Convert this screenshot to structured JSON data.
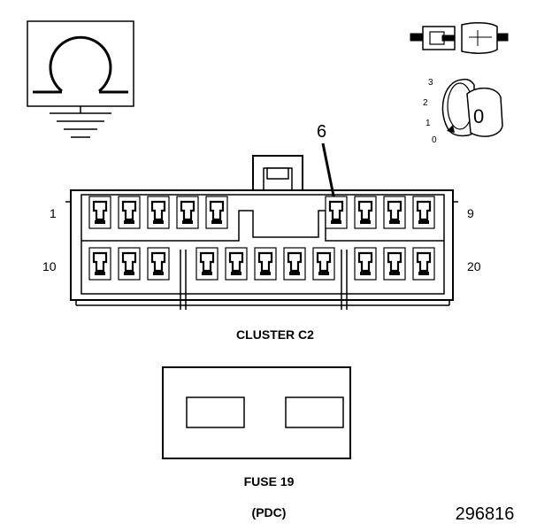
{
  "symbols": {
    "ohmmeter_icon": "ohmmeter-ohm-symbol",
    "ground_icon": "ground-symbol",
    "connector_icon": "connector-plug-symbol",
    "ignition_icon": "ignition-key-symbol"
  },
  "ignition": {
    "positions": [
      "3",
      "2",
      "1",
      "0"
    ],
    "key_label": "0"
  },
  "connector": {
    "pin_callout": "6",
    "row1_start": "1",
    "row1_end": "9",
    "row2_start": "10",
    "row2_end": "20",
    "name": "CLUSTER C2"
  },
  "fuse": {
    "name": "FUSE 19",
    "location": "(PDC)"
  },
  "figure_number": "296816",
  "colors": {
    "line": "#000000",
    "background": "#ffffff"
  }
}
